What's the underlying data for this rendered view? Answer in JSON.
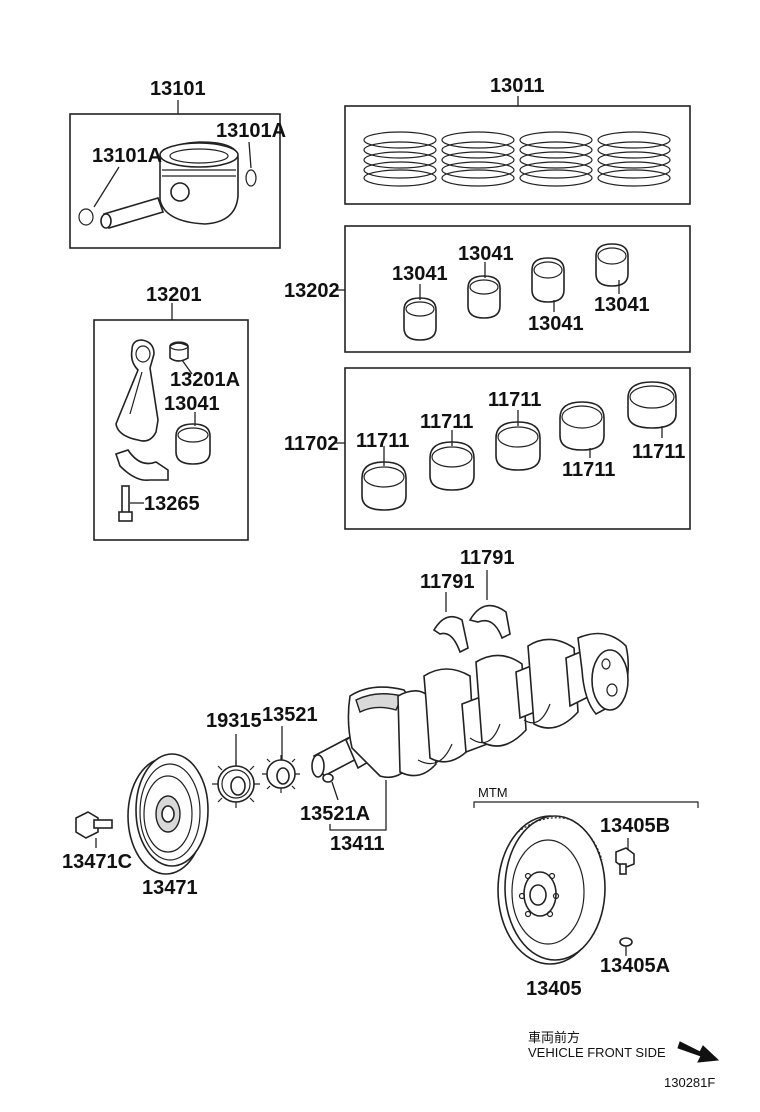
{
  "labels": {
    "p13101": "13101",
    "p13101A_left": "13101A",
    "p13101A_right": "13101A",
    "p13011": "13011",
    "p13202": "13202",
    "p13041_a": "13041",
    "p13041_b": "13041",
    "p13041_c": "13041",
    "p13041_d": "13041",
    "p13201": "13201",
    "p13201A": "13201A",
    "p13041_rod": "13041",
    "p13265": "13265",
    "p11702": "11702",
    "p11711_a": "11711",
    "p11711_b": "11711",
    "p11711_c": "11711",
    "p11711_d": "11711",
    "p11711_e": "11711",
    "p11791_a": "11791",
    "p11791_b": "11791",
    "p19315": "19315",
    "p13521": "13521",
    "p13521A": "13521A",
    "p13411": "13411",
    "p13471C": "13471C",
    "p13471": "13471",
    "mtm": "MTM",
    "p13405B": "13405B",
    "p13405A": "13405A",
    "p13405": "13405"
  },
  "direction": {
    "jp": "車両前方",
    "en": "VEHICLE FRONT SIDE"
  },
  "figure_id": "130281F",
  "icons": {
    "direction_arrow": "arrow-down-right-icon"
  }
}
